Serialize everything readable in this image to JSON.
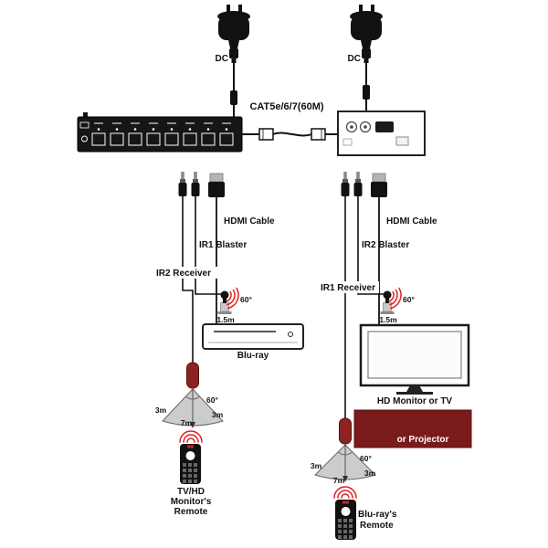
{
  "diagram": {
    "colors": {
      "ir_signal_red": "#e02020",
      "receiver_head_maroon": "#8b2323",
      "projector_maroon": "#7a1b1b"
    },
    "power": {
      "dc_left": "DC",
      "dc_right": "DC"
    },
    "link": {
      "cat_cable": "CAT5e/6/7(60M)"
    },
    "left": {
      "hdmi_cable": "HDMI Cable",
      "ir_blaster": "IR1 Blaster",
      "ir_receiver": "IR2 Receiver",
      "blaster_angle": "60°",
      "blaster_distance": "1.5m",
      "source_device": "Blu-ray",
      "cone": {
        "range_left": "3m",
        "angle": "60°",
        "range_right": "3m",
        "range_mid": "7m"
      },
      "remote": {
        "line1": "TV/HD",
        "line2": "Monitor's",
        "line3": "Remote"
      }
    },
    "right": {
      "hdmi_cable": "HDMI Cable",
      "ir_blaster": "IR2 Blaster",
      "ir_receiver": "IR1 Receiver",
      "blaster_angle": "60°",
      "blaster_distance": "1.5m",
      "display_device": "HD Monitor or TV",
      "alt_display": "or Projector",
      "cone": {
        "range_left": "3m",
        "angle": "60°",
        "range_right": "3m",
        "range_mid": "7m"
      },
      "remote": {
        "line1": "Blu-ray's",
        "line2": "Remote"
      }
    }
  }
}
